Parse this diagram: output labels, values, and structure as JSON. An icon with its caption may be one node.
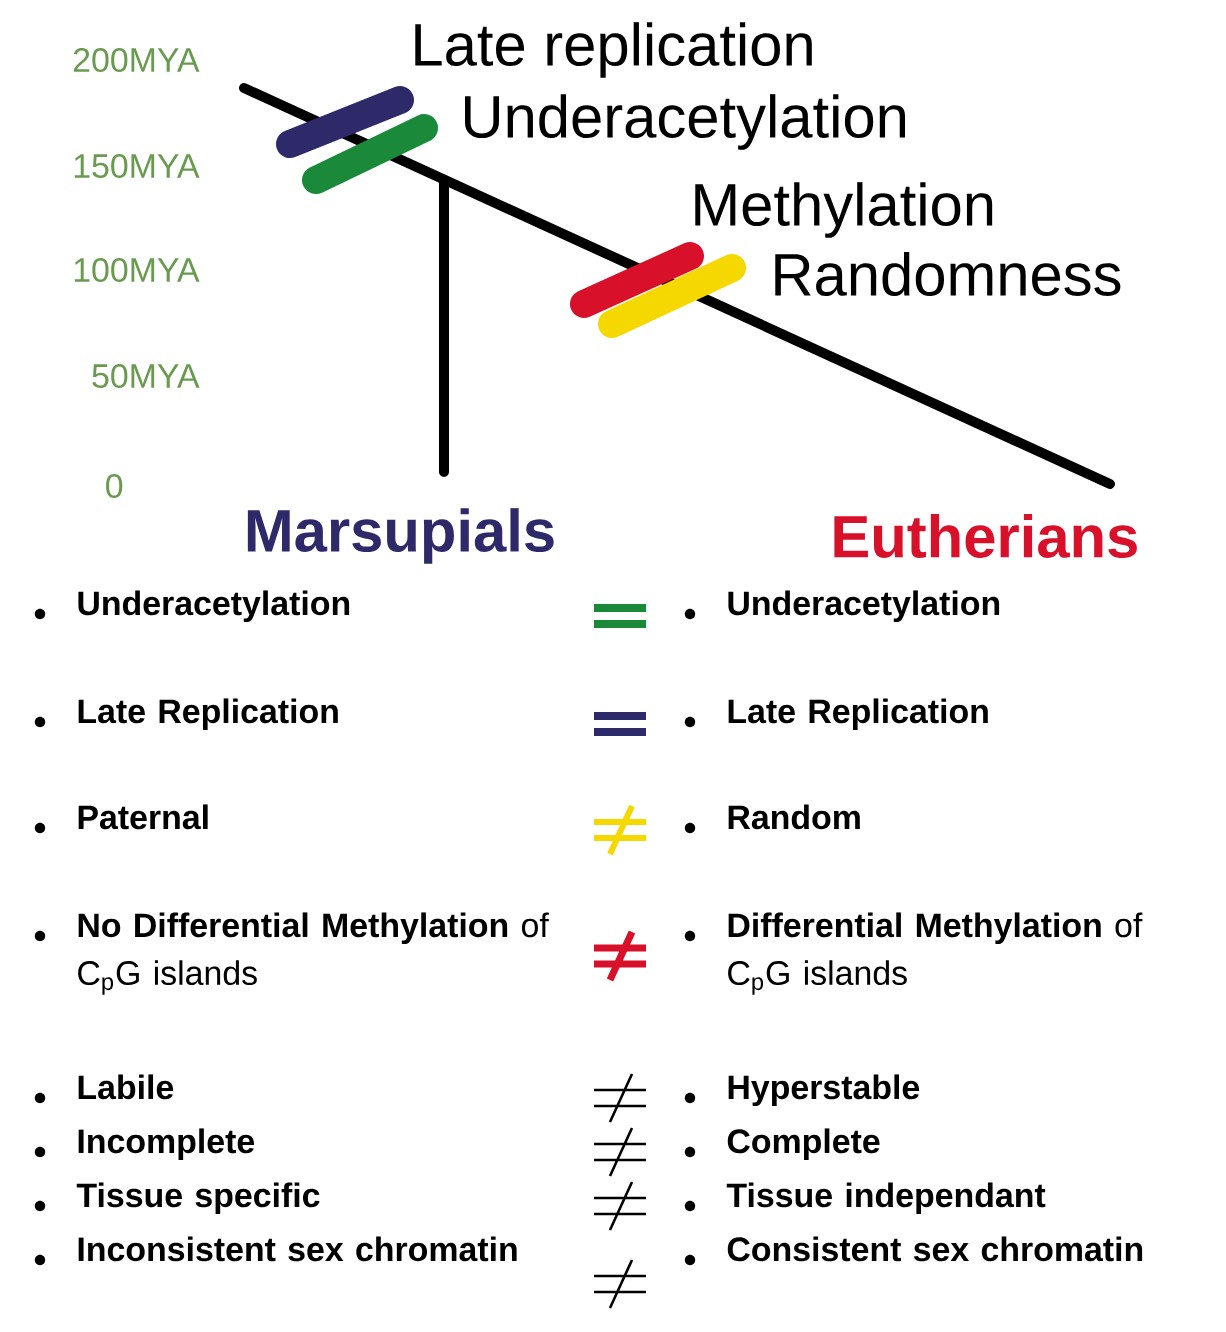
{
  "diagram": {
    "labels": [
      "200MYA",
      "150MYA",
      "100MYA",
      "50MYA",
      "0",
      "Late replication",
      "Underacetylation",
      "Methylation",
      "Randomness",
      "Marsupials",
      "Eutherians",
      "Underacetylation",
      "Underacetylation",
      "Late Replication",
      "Late Replication",
      "Paternal",
      "Random",
      "**No Differential Methylation** of C$_{p}$G islands",
      "**Differential Methylation** of C$_{p}$G islands",
      "Labile",
      "Hyperstable",
      "Incomplete",
      "Complete",
      "Tissue specific",
      "Tissue independant",
      "Inconsistent sex chromatin",
      "Consistent sex chromatin"
    ]
  }
}
